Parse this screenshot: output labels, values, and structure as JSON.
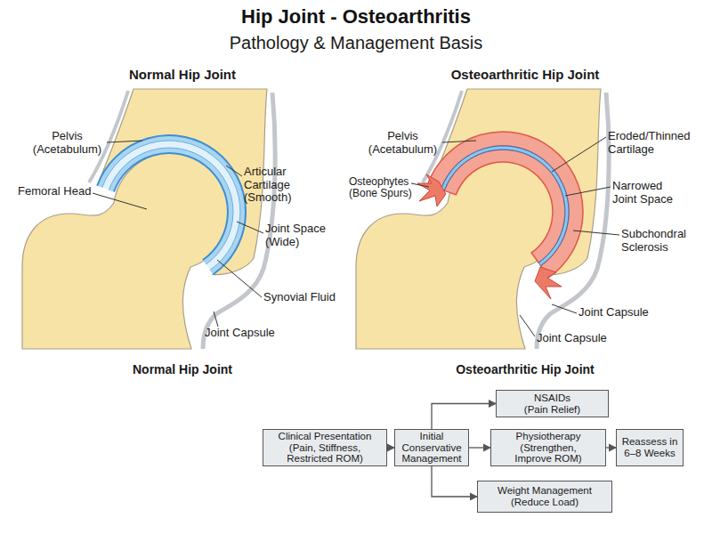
{
  "diagram": {
    "title": "Hip Joint - Osteoarthritis",
    "nodes": [
      {
        "text": [
          "Clinical Presentation (Pain, Stiffness, Restricted ROM)"
        ]
      },
      {
        "text": [
          "Initial Conservative Management"
        ]
      },
      {
        "text": [
          "NSAIDs (Pain Relief)"
        ]
      },
      {
        "text": [
          "Physiotherapy (Strengthen, Improve ROM)"
        ]
      },
      {
        "text": [
          "Weight Management (Reduce Load)"
        ]
      },
      {
        "text": [
          "Reassess in 6–8 Weeks"
        ]
      }
    ],
    "edges": [
      {
        "from": 0,
        "to": 1,
        "arrow": "to"
      },
      {
        "from": 1,
        "to": 2,
        "arrow": "to"
      },
      {
        "from": 1,
        "to": 3,
        "arrow": "to"
      },
      {
        "from": 1,
        "to": 4,
        "arrow": "to"
      },
      {
        "from": 3,
        "to": 5,
        "arrow": "to"
      }
    ],
    "labels": [
      "Pathology & Management Basis",
      "Normal Hip Joint",
      "Osteoarthritic Hip Joint",
      "Pelvis (Acetabulum)",
      "Femoral Head",
      "Articular Cartilage (Smooth)",
      "Joint Space (Wide)",
      "Synovial Fluid",
      "Joint Capsule",
      "Pelvis (Acetabulum)",
      "Osteophytes (Bone Spurs)",
      "Eroded/Thinned Cartilage",
      "Narrowed Joint Space",
      "Subchondral Sclerosis",
      "Joint Capsule",
      "Joint Capsule",
      "Normal Hip Joint",
      "Osteoarthritic Hip Joint"
    ]
  }
}
